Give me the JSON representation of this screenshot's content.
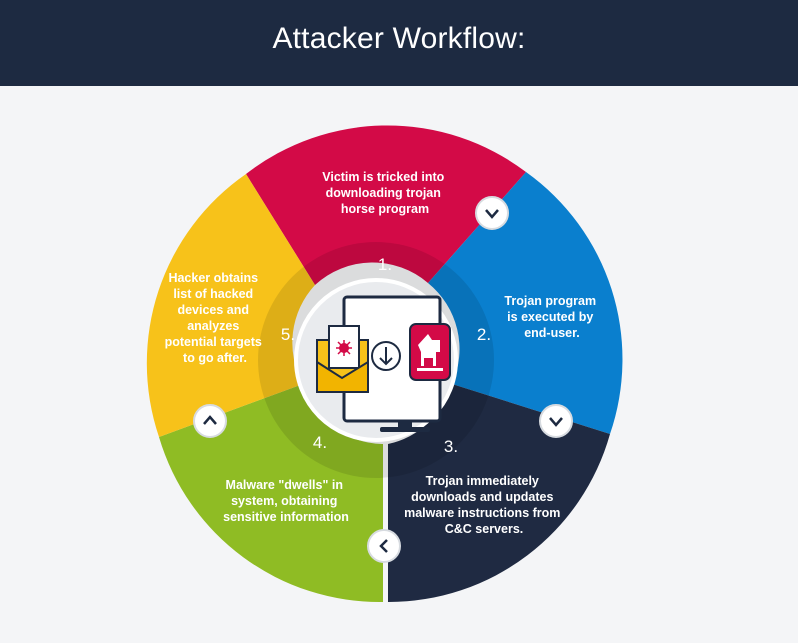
{
  "title": "Attacker Workflow:",
  "colors": {
    "header_bg": "#1d2a41",
    "page_bg": "#f4f5f7",
    "step1": "#d30a47",
    "step2": "#0a7fce",
    "step3": "#1f2a42",
    "step4": "#8fbc24",
    "step5": "#f7c21a"
  },
  "steps": [
    {
      "number": "1.",
      "lines": [
        "Victim is tricked into",
        "downloading trojan",
        "horse program"
      ],
      "arrow_icon": "chevron-down-icon"
    },
    {
      "number": "2.",
      "lines": [
        "Trojan program",
        "is executed by",
        "end-user."
      ],
      "arrow_icon": "chevron-down-icon"
    },
    {
      "number": "3.",
      "lines": [
        "Trojan immediately",
        "downloads and updates",
        "malware instructions from",
        "C&C servers."
      ],
      "arrow_icon": "chevron-left-icon"
    },
    {
      "number": "4.",
      "lines": [
        "Malware \"dwells\" in",
        "system, obtaining",
        "sensitive information"
      ],
      "arrow_icon": "chevron-up-icon"
    },
    {
      "number": "5.",
      "lines": [
        "Hacker obtains",
        "list of hacked",
        "devices and",
        "analyzes",
        "potential targets",
        "to go after."
      ],
      "arrow_icon": "chevron-up-icon"
    }
  ],
  "center_icon": "computer-trojan-email-icon"
}
